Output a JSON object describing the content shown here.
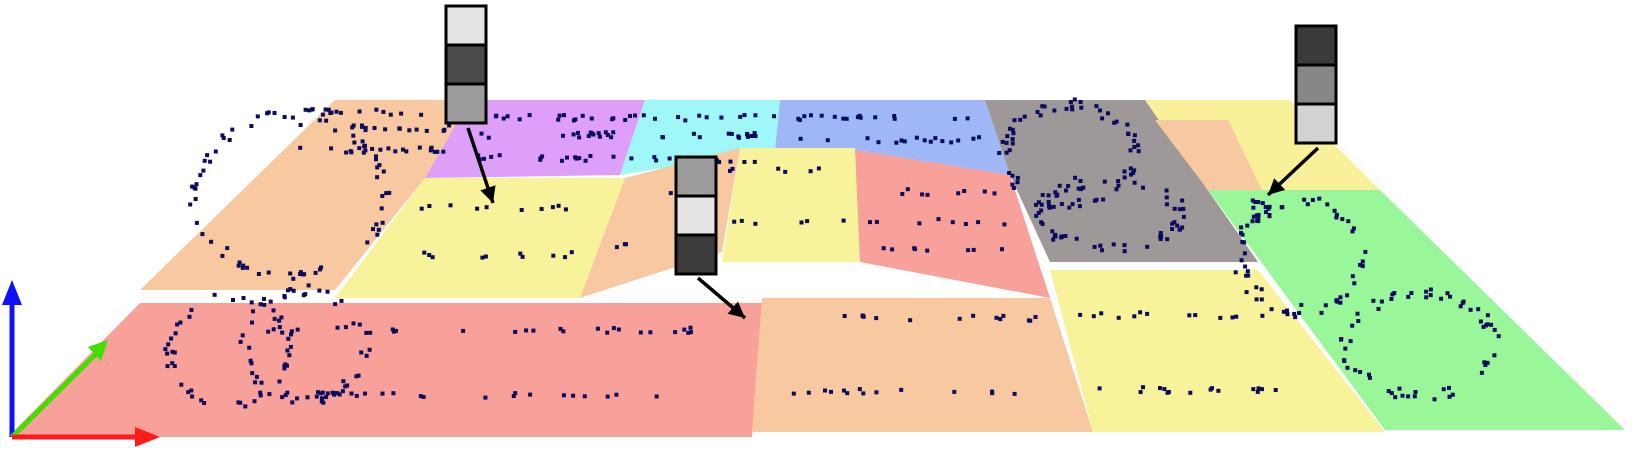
{
  "colors": {
    "background": "#ffffff",
    "point": "#0a0a5e",
    "arrow": "#000000",
    "axis_x": "#ff1a1a",
    "axis_y": "#44dd00",
    "axis_z": "#1010ff",
    "sidebar_segment_outline": "#000000"
  },
  "icons": {
    "axis_x": "red-x-axis-arrow",
    "axis_y": "green-y-axis-arrow",
    "axis_z": "blue-z-axis-arrow"
  },
  "regions": [
    {
      "name": "back-left-orange",
      "color": "#f8c9a0"
    },
    {
      "name": "back-purple",
      "color": "#dd9ff7"
    },
    {
      "name": "back-cyan",
      "color": "#9ff7f7"
    },
    {
      "name": "back-blue",
      "color": "#9fb7f7"
    },
    {
      "name": "back-gray",
      "color": "#9e9898"
    },
    {
      "name": "back-right-yellow",
      "color": "#f8f19a"
    },
    {
      "name": "back-right-orange",
      "color": "#f8c9a0"
    },
    {
      "name": "mid-left-yellow",
      "color": "#f8f29a"
    },
    {
      "name": "mid-orange-wedge",
      "color": "#f8c9a0"
    },
    {
      "name": "mid-center-yellow",
      "color": "#f8f29a"
    },
    {
      "name": "mid-red",
      "color": "#f8a09a"
    },
    {
      "name": "mid-right-green",
      "color": "#99f79a"
    },
    {
      "name": "front-left-red",
      "color": "#f8a09a"
    },
    {
      "name": "front-center-orange",
      "color": "#f8c9a0"
    },
    {
      "name": "front-right-yellow",
      "color": "#f8f29a"
    }
  ],
  "markers": [
    {
      "name": "marker-left",
      "segments": [
        "#e4e4e4",
        "#4a4a4a",
        "#9c9c9c"
      ]
    },
    {
      "name": "marker-center",
      "segments": [
        "#9c9c9c",
        "#e4e4e4",
        "#3c3c3c"
      ]
    },
    {
      "name": "marker-right",
      "segments": [
        "#3a3a3a",
        "#878787",
        "#d2d2d2"
      ]
    }
  ]
}
